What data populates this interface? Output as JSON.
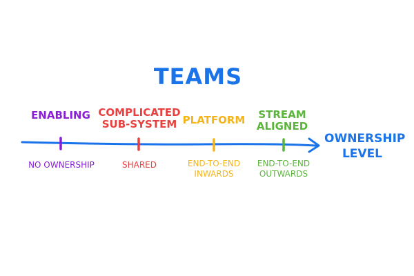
{
  "title": {
    "text": "TEAMS",
    "color": "#1a73e8"
  },
  "axis": {
    "label": "OWNERSHIP\nLEVEL",
    "color": "#1a73e8"
  },
  "teams": [
    {
      "name": "ENABLING",
      "ownership": "NO OWNERSHIP",
      "color": "#8a1fd6"
    },
    {
      "name": "COMPLICATED\nSUB-SYSTEM",
      "ownership": "SHARED",
      "color": "#e8403f"
    },
    {
      "name": "PLATFORM",
      "ownership": "END-TO-END\nINWARDS",
      "color": "#f3b51b"
    },
    {
      "name": "STREAM\nALIGNED",
      "ownership": "END-TO-END\nOUTWARDS",
      "color": "#5bb53c"
    }
  ]
}
